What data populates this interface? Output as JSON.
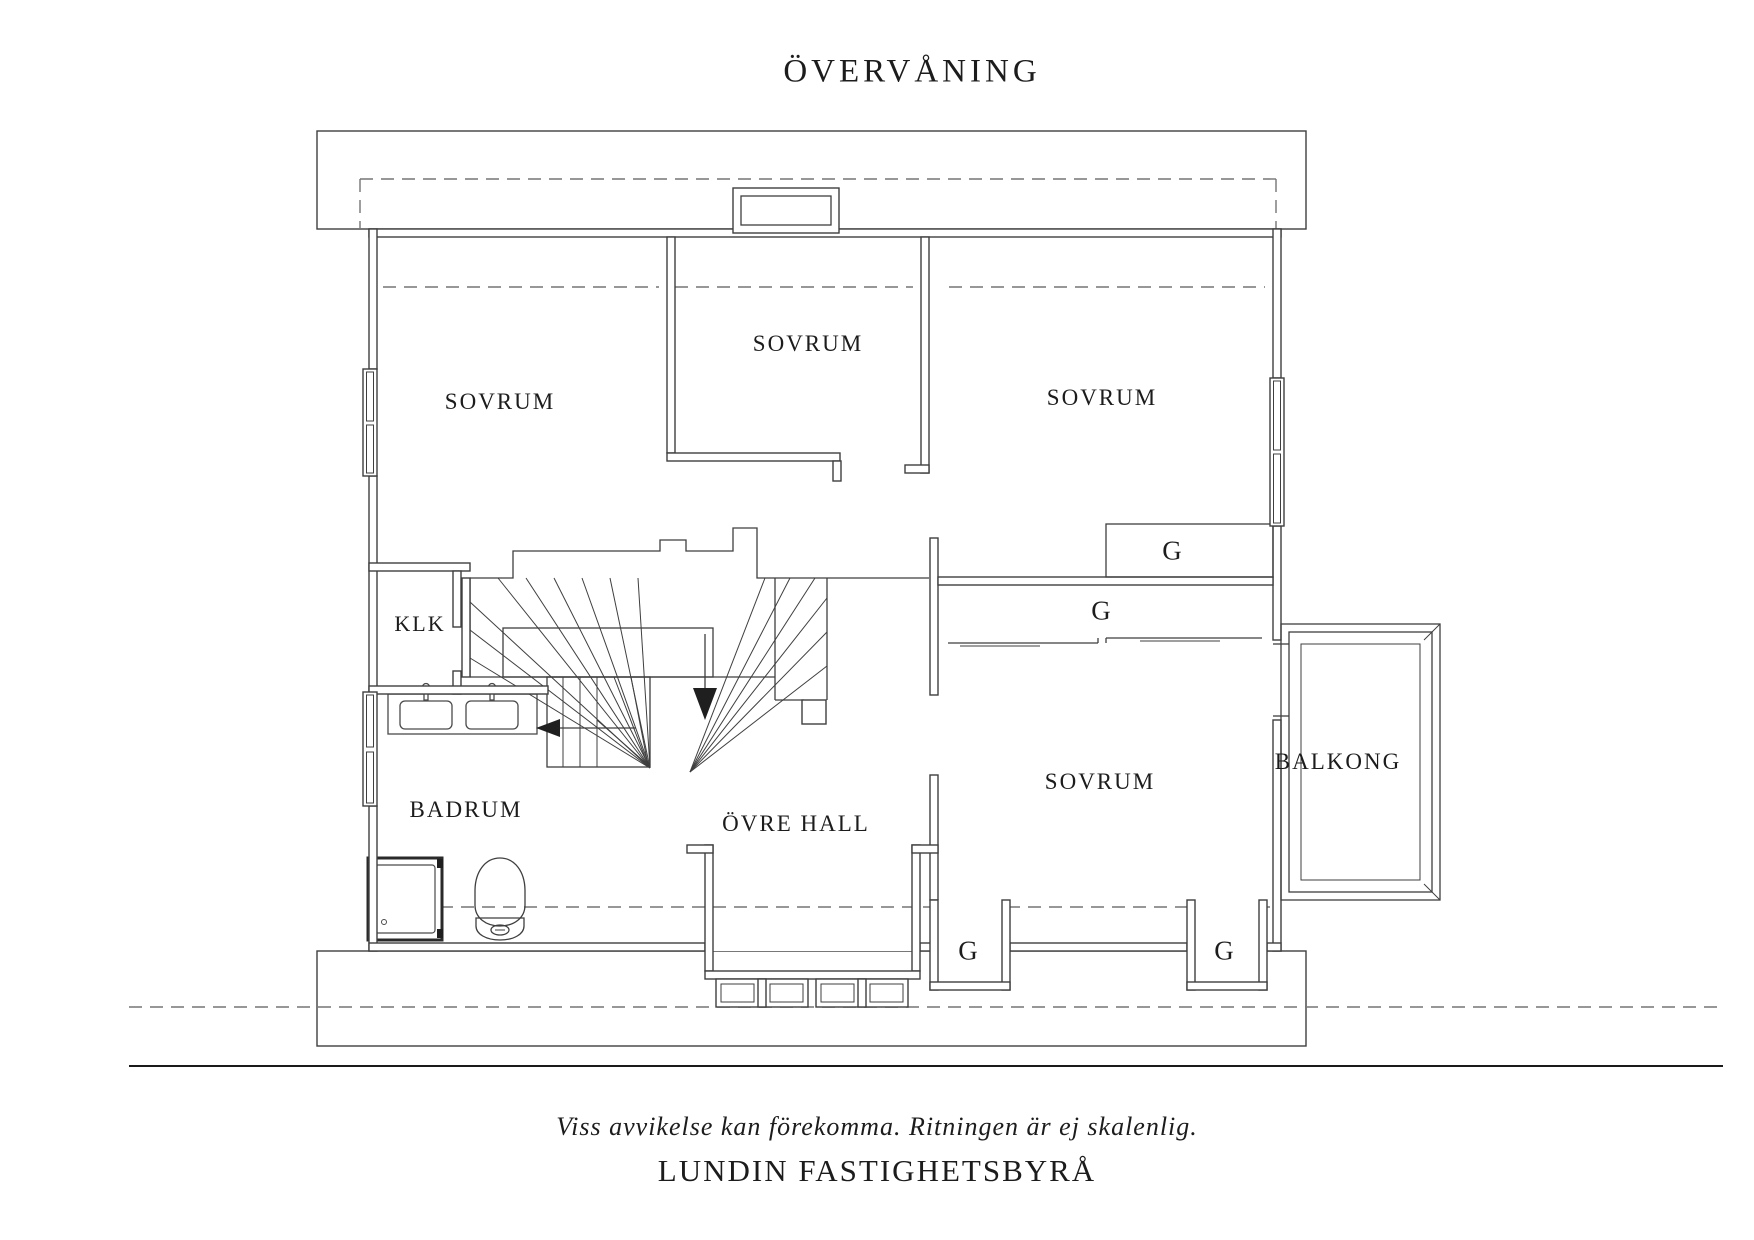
{
  "title": "ÖVERVÅNING",
  "rooms": {
    "bedroom": "SOVRUM",
    "closet": "KLK",
    "bathroom": "BADRUM",
    "upper_hall": "ÖVRE HALL",
    "balcony": "BALKONG",
    "wardrobe": "G"
  },
  "footer": {
    "disclaimer": "Viss avvikelse kan förekomma. Ritningen är ej skalenlig.",
    "agency": "LUNDIN FASTIGHETSBYRÅ"
  },
  "icons": {
    "stairs_down_arrow": "triangle-down",
    "stairs_left_arrow": "triangle-left"
  },
  "colors": {
    "line": "#3f3f3f",
    "dashed": "#757575",
    "text": "#1c1c1c",
    "background": "#ffffff"
  }
}
